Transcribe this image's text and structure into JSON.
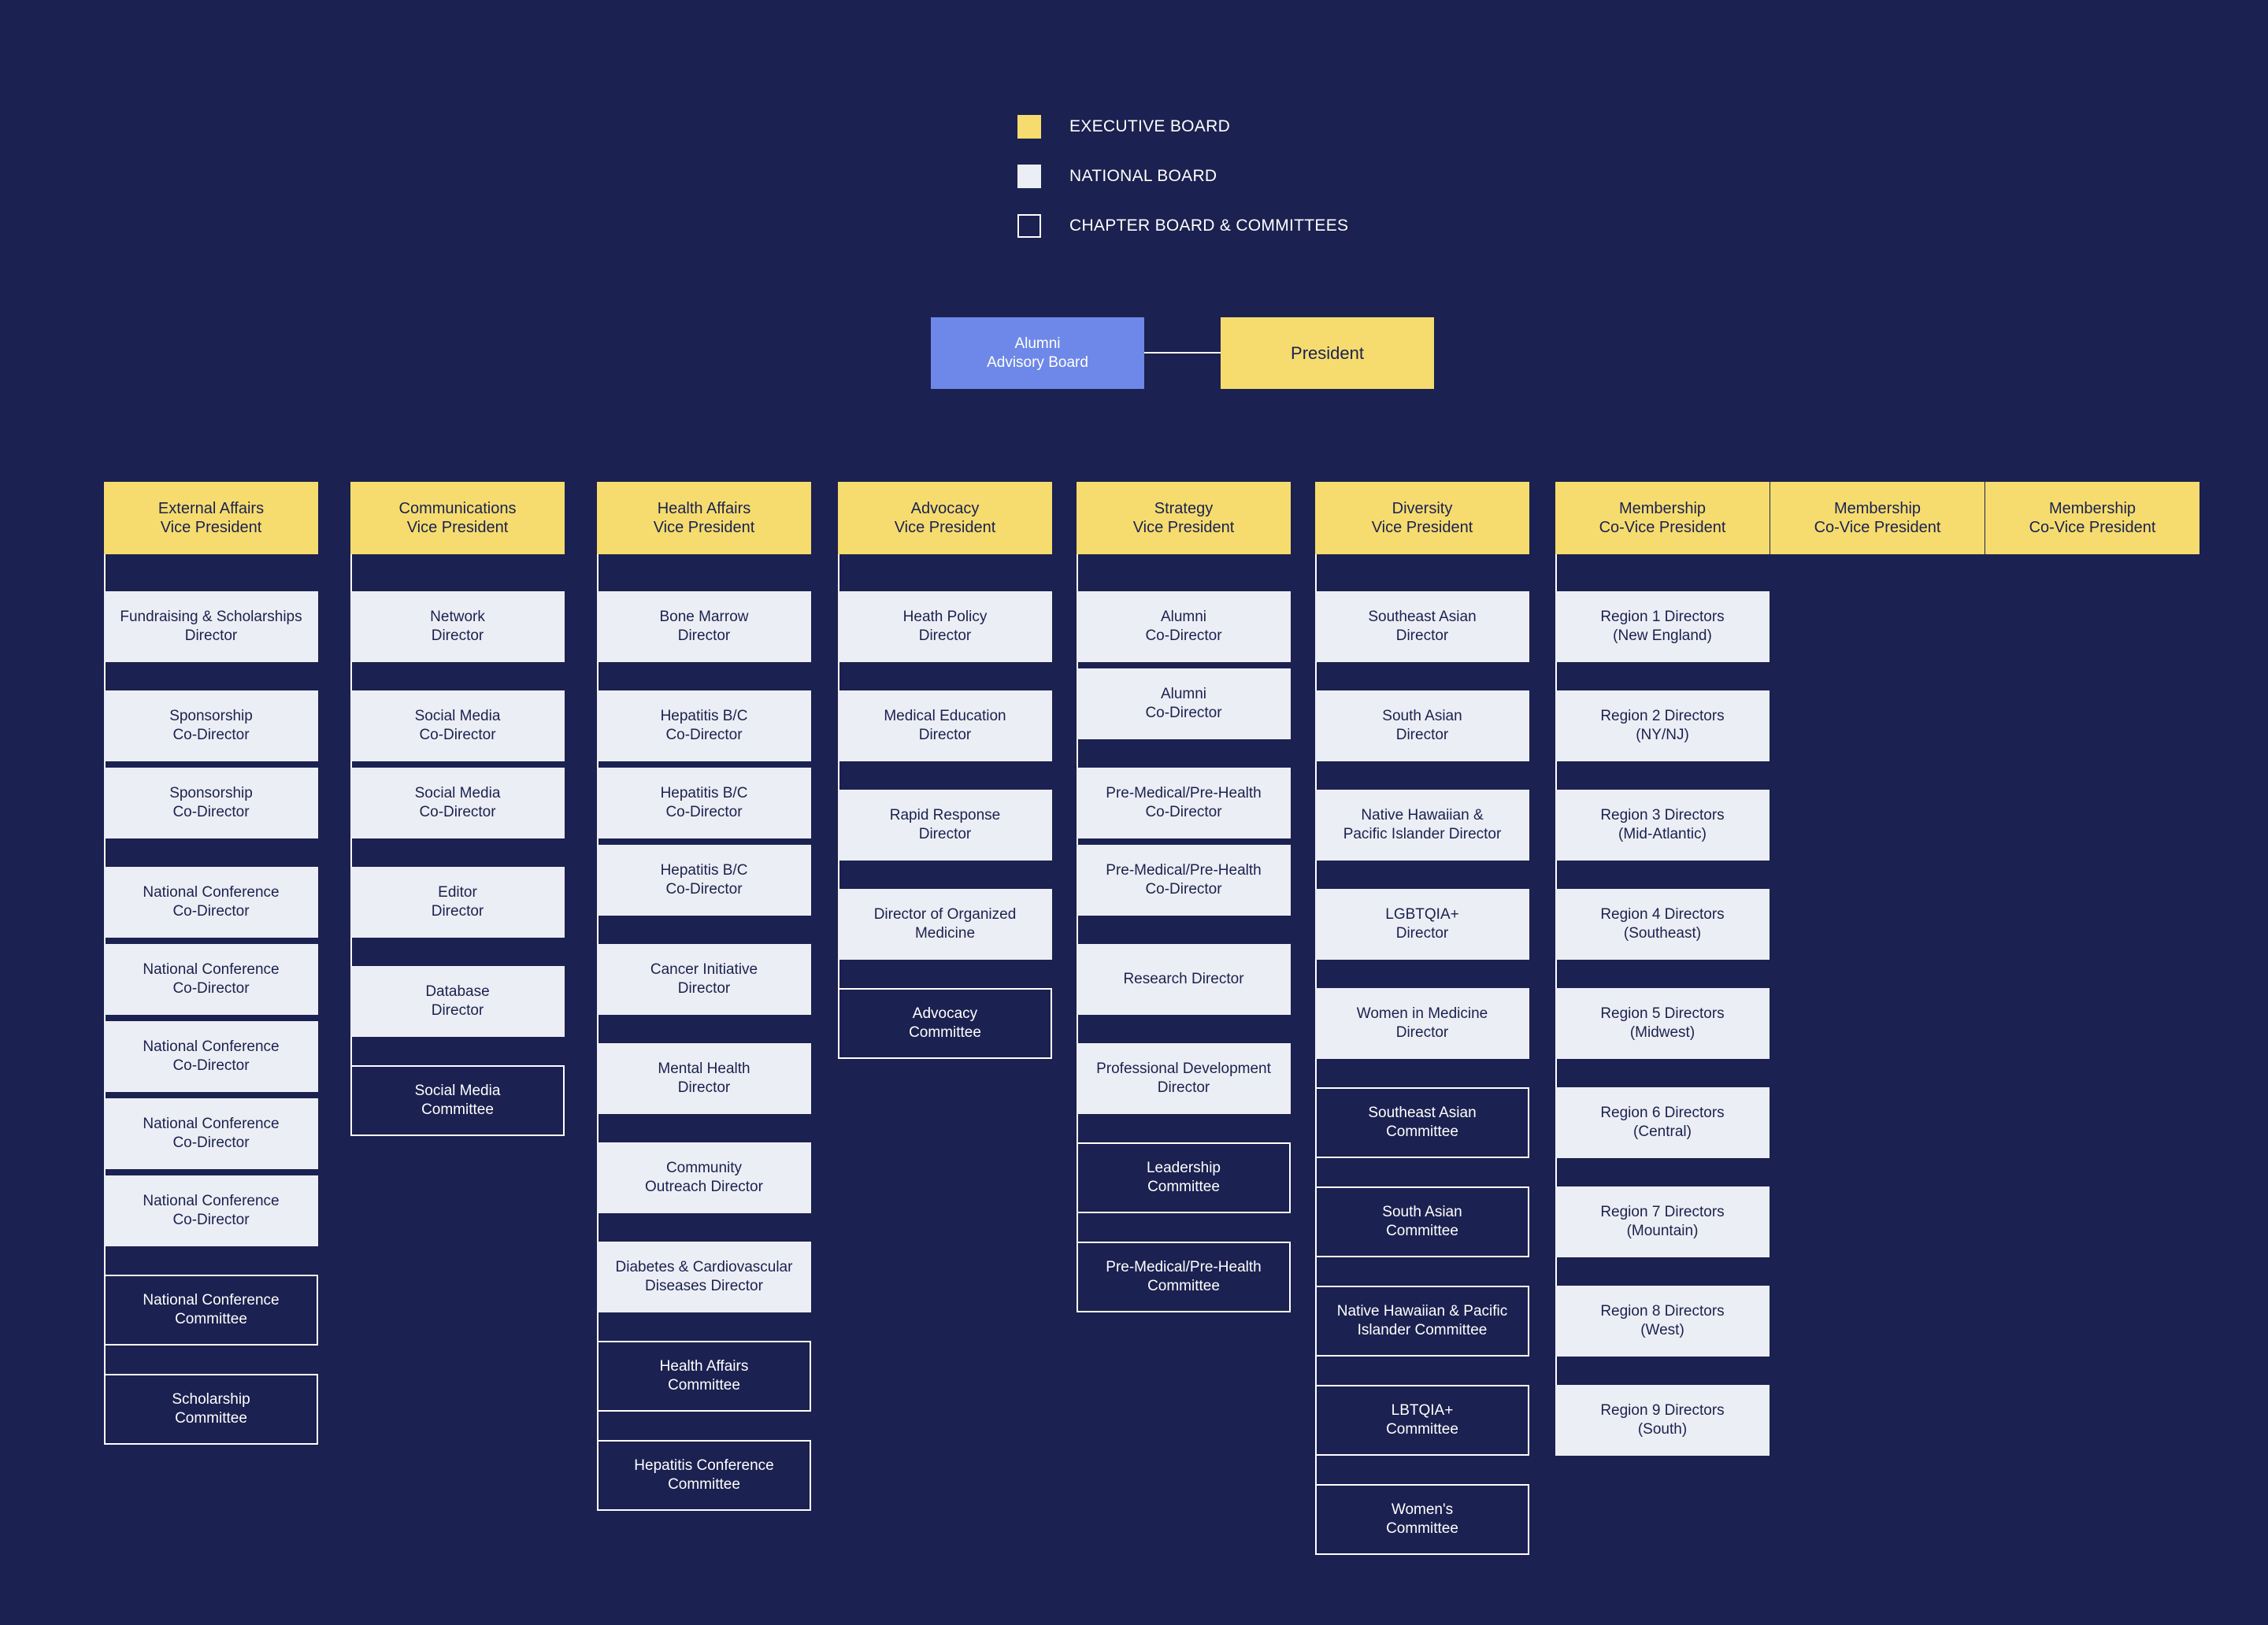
{
  "colors": {
    "background": "#1b2150",
    "executive": "#f6dc6e",
    "national": "#eceef5",
    "chapter_border": "#ffffff",
    "alumni": "#6d88e8",
    "connector": "#ffffff"
  },
  "legend": [
    {
      "label": "EXECUTIVE BOARD",
      "style": "exec"
    },
    {
      "label": "NATIONAL BOARD",
      "style": "natl"
    },
    {
      "label": "CHAPTER BOARD & COMMITTEES",
      "style": "chap"
    }
  ],
  "top": {
    "alumni": "Alumni\nAdvisory Board",
    "president": "President"
  },
  "columns": [
    {
      "head": "External Affairs\nVice President",
      "items": [
        {
          "label": "Fundraising & Scholarships\nDirector",
          "type": "natl"
        },
        {
          "label": "Sponsorship\nCo-Director",
          "type": "natl"
        },
        {
          "label": "Sponsorship\nCo-Director",
          "type": "natl"
        },
        {
          "label": "National Conference\nCo-Director",
          "type": "natl"
        },
        {
          "label": "National Conference\nCo-Director",
          "type": "natl"
        },
        {
          "label": "National Conference\nCo-Director",
          "type": "natl"
        },
        {
          "label": "National Conference\nCo-Director",
          "type": "natl"
        },
        {
          "label": "National Conference\nCo-Director",
          "type": "natl"
        },
        {
          "label": "National Conference\nCommittee",
          "type": "chap"
        },
        {
          "label": "Scholarship\nCommittee",
          "type": "chap"
        }
      ]
    },
    {
      "head": "Communications\nVice President",
      "items": [
        {
          "label": "Network\nDirector",
          "type": "natl"
        },
        {
          "label": "Social Media\nCo-Director",
          "type": "natl"
        },
        {
          "label": "Social Media\nCo-Director",
          "type": "natl"
        },
        {
          "label": "Editor\nDirector",
          "type": "natl"
        },
        {
          "label": "Database\nDirector",
          "type": "natl"
        },
        {
          "label": "Social Media\nCommittee",
          "type": "chap"
        }
      ]
    },
    {
      "head": "Health Affairs\nVice President",
      "items": [
        {
          "label": "Bone Marrow\nDirector",
          "type": "natl"
        },
        {
          "label": "Hepatitis B/C\nCo-Director",
          "type": "natl"
        },
        {
          "label": "Hepatitis B/C\nCo-Director",
          "type": "natl"
        },
        {
          "label": "Hepatitis B/C\nCo-Director",
          "type": "natl"
        },
        {
          "label": "Cancer Initiative\nDirector",
          "type": "natl"
        },
        {
          "label": "Mental Health\nDirector",
          "type": "natl"
        },
        {
          "label": "Community\nOutreach Director",
          "type": "natl"
        },
        {
          "label": "Diabetes & Cardiovascular\nDiseases Director",
          "type": "natl"
        },
        {
          "label": "Health Affairs\nCommittee",
          "type": "chap"
        },
        {
          "label": "Hepatitis Conference\nCommittee",
          "type": "chap"
        }
      ]
    },
    {
      "head": "Advocacy\nVice President",
      "items": [
        {
          "label": "Heath Policy\nDirector",
          "type": "natl"
        },
        {
          "label": "Medical Education\nDirector",
          "type": "natl"
        },
        {
          "label": "Rapid Response\nDirector",
          "type": "natl"
        },
        {
          "label": "Director of Organized\nMedicine",
          "type": "natl"
        },
        {
          "label": "Advocacy\nCommittee",
          "type": "chap"
        }
      ]
    },
    {
      "head": "Strategy\nVice President",
      "items": [
        {
          "label": "Alumni\nCo-Director",
          "type": "natl"
        },
        {
          "label": "Alumni\nCo-Director",
          "type": "natl"
        },
        {
          "label": "Pre-Medical/Pre-Health\nCo-Director",
          "type": "natl"
        },
        {
          "label": "Pre-Medical/Pre-Health\nCo-Director",
          "type": "natl"
        },
        {
          "label": "Research Director",
          "type": "natl"
        },
        {
          "label": "Professional Development\nDirector",
          "type": "natl"
        },
        {
          "label": "Leadership\nCommittee",
          "type": "chap"
        },
        {
          "label": "Pre-Medical/Pre-Health\nCommittee",
          "type": "chap"
        }
      ]
    },
    {
      "head": "Diversity\nVice President",
      "items": [
        {
          "label": "Southeast Asian\nDirector",
          "type": "natl"
        },
        {
          "label": "South Asian\nDirector",
          "type": "natl"
        },
        {
          "label": "Native Hawaiian &\nPacific Islander Director",
          "type": "natl"
        },
        {
          "label": "LGBTQIA+\nDirector",
          "type": "natl"
        },
        {
          "label": "Women in Medicine\nDirector",
          "type": "natl"
        },
        {
          "label": "Southeast Asian\nCommittee",
          "type": "chap"
        },
        {
          "label": "South Asian\nCommittee",
          "type": "chap"
        },
        {
          "label": "Native Hawaiian & Pacific\nIslander Committee",
          "type": "chap"
        },
        {
          "label": "LBTQIA+\nCommittee",
          "type": "chap"
        },
        {
          "label": "Women's\nCommittee",
          "type": "chap"
        }
      ]
    },
    {
      "head": "Membership\nCo-Vice President",
      "items": [
        {
          "label": "Region 1 Directors\n(New England)",
          "type": "natl"
        },
        {
          "label": "Region 2 Directors\n(NY/NJ)",
          "type": "natl"
        },
        {
          "label": "Region 3 Directors\n(Mid-Atlantic)",
          "type": "natl"
        },
        {
          "label": "Region 4 Directors\n(Southeast)",
          "type": "natl"
        },
        {
          "label": "Region 5 Directors\n(Midwest)",
          "type": "natl"
        },
        {
          "label": "Region 6 Directors\n(Central)",
          "type": "natl"
        },
        {
          "label": "Region 7 Directors\n(Mountain)",
          "type": "natl"
        },
        {
          "label": "Region 8 Directors\n(West)",
          "type": "natl"
        },
        {
          "label": "Region 9 Directors\n(South)",
          "type": "natl"
        }
      ]
    }
  ],
  "extra_heads": [
    "Membership\nCo-Vice President",
    "Membership\nCo-Vice President"
  ]
}
